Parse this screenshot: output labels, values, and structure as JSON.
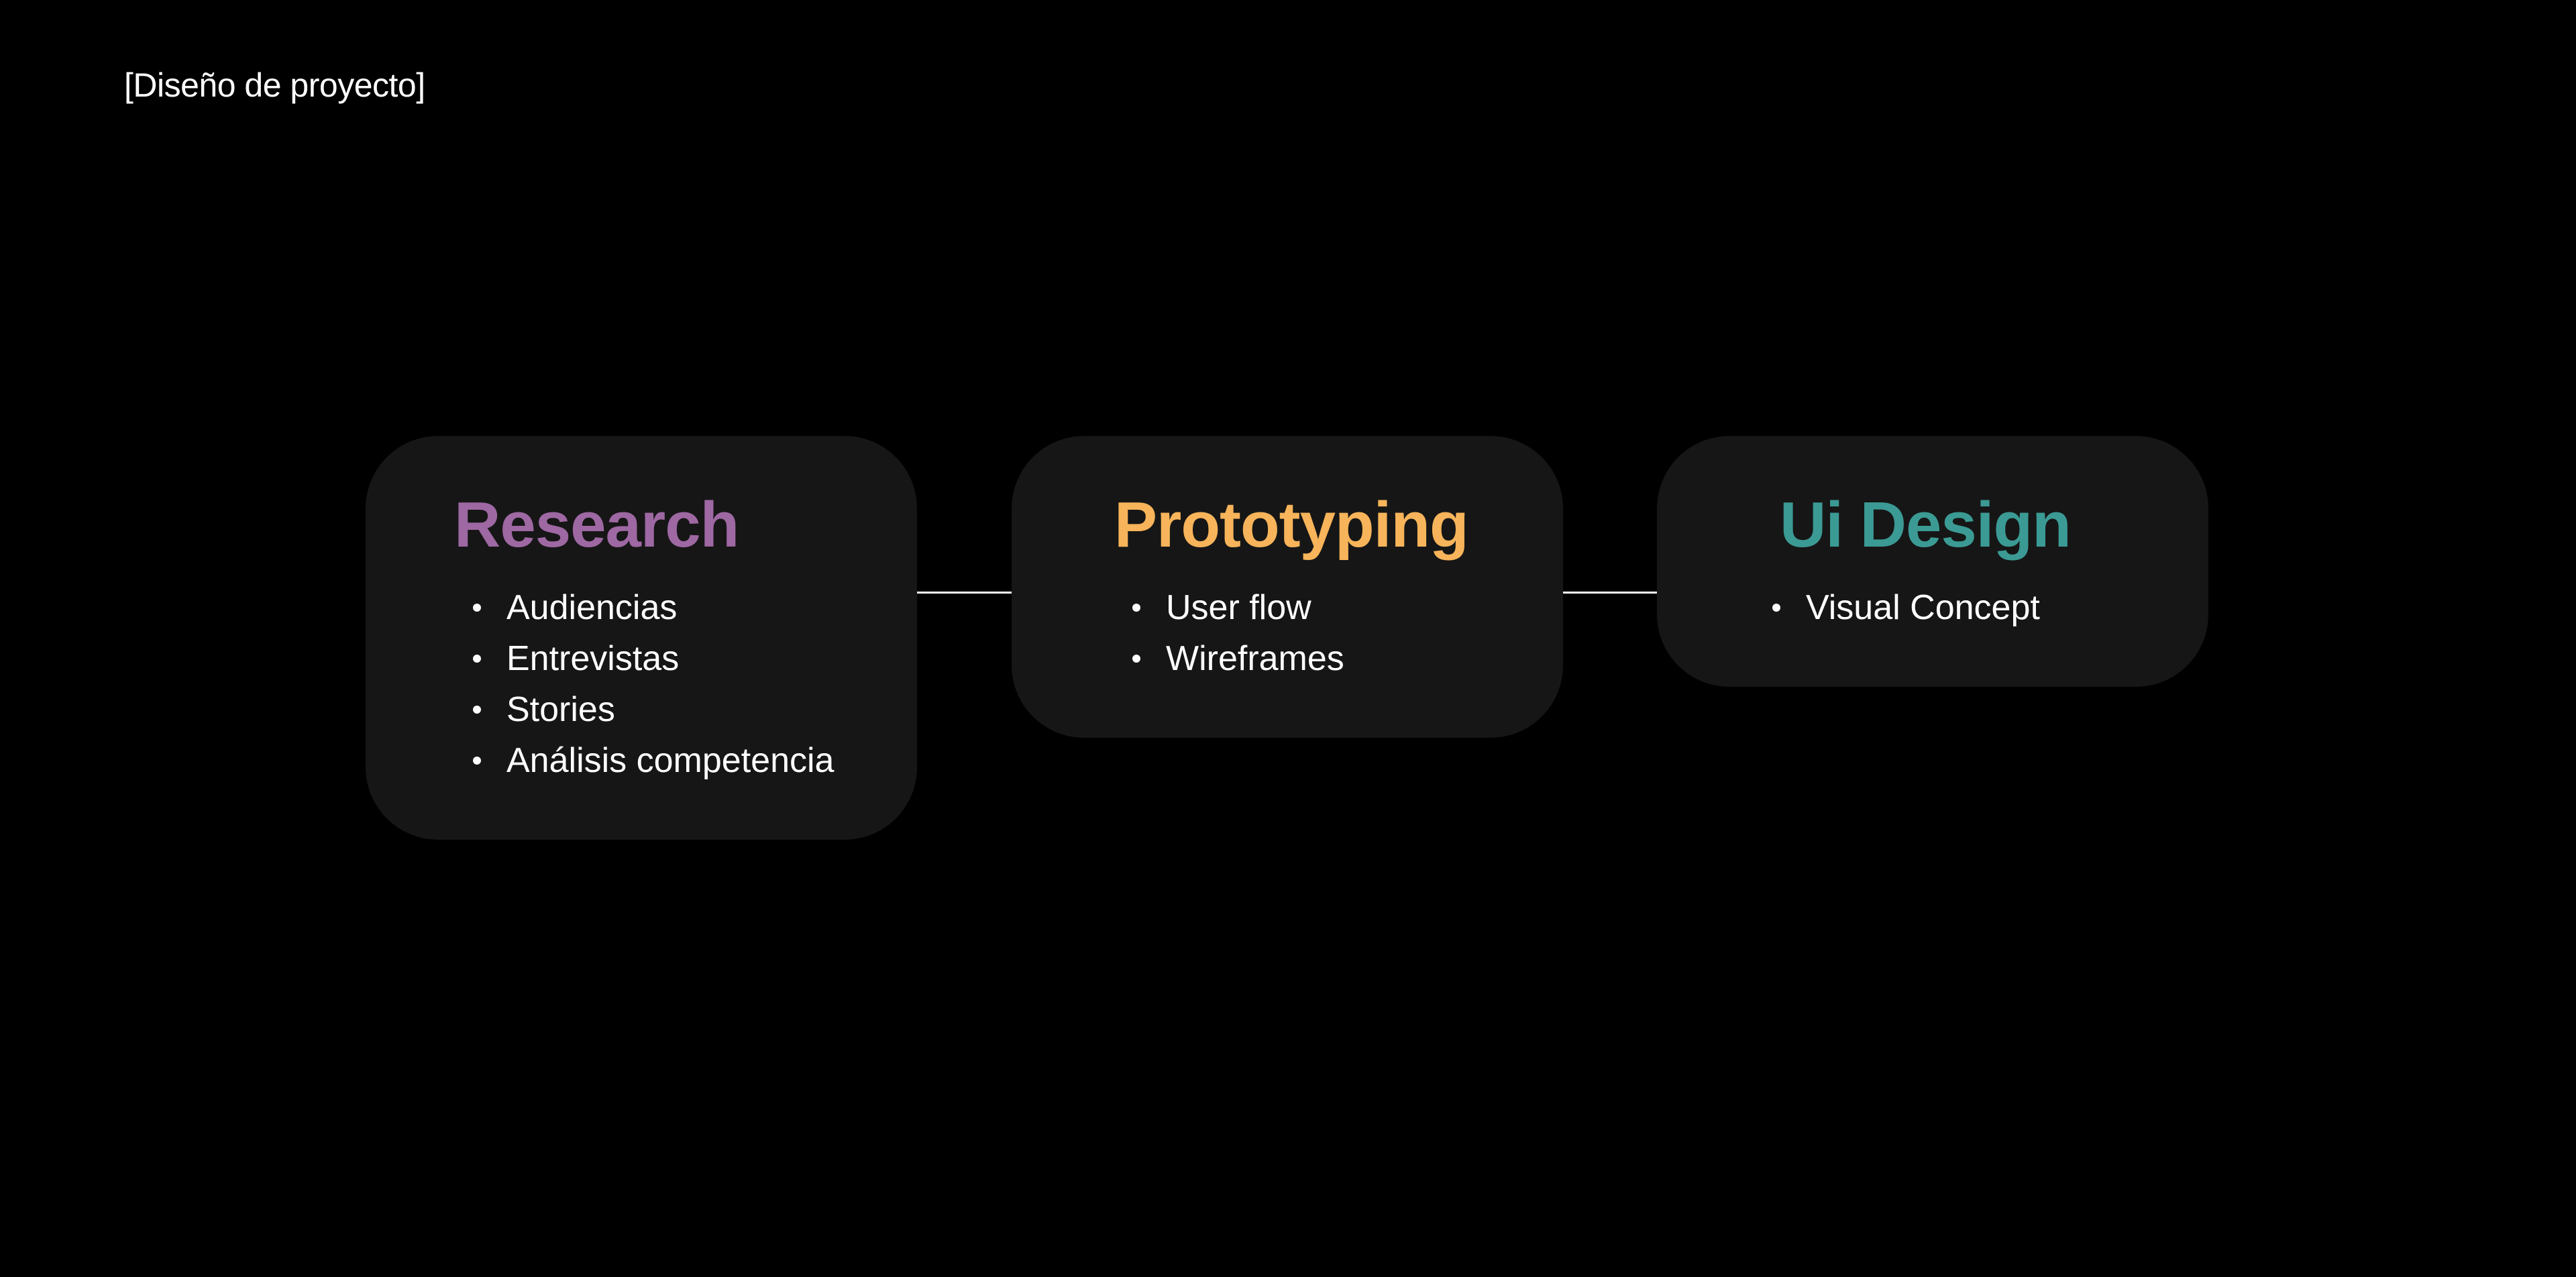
{
  "page": {
    "title": "[Diseño de proyecto]"
  },
  "stages": [
    {
      "title": "Research",
      "color": "#9e68a3",
      "items": [
        "Audiencias",
        "Entrevistas",
        "Stories",
        "Análisis competencia"
      ]
    },
    {
      "title": "Prototyping",
      "color": "#f7b45a",
      "items": [
        "User flow",
        "Wireframes"
      ]
    },
    {
      "title": "Ui Design",
      "color": "#3b9a94",
      "items": [
        "Visual Concept"
      ]
    }
  ],
  "colors": {
    "background": "#000000",
    "card": "#161616",
    "text": "#ffffff"
  }
}
